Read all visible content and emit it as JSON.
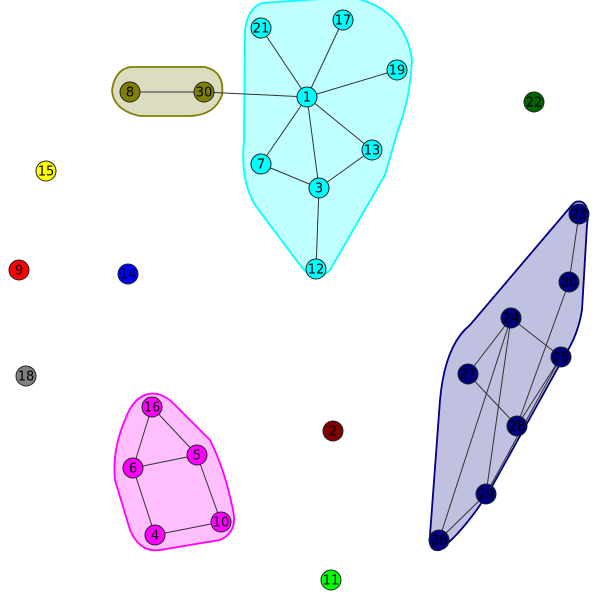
{
  "graph": {
    "groups": [
      {
        "id": "cyan",
        "fill": "#bfffff",
        "stroke": "#00ffff",
        "members": [
          "1",
          "3",
          "7",
          "12",
          "13",
          "17",
          "19",
          "21"
        ]
      },
      {
        "id": "olive",
        "fill": "#dcdcc0",
        "stroke": "#808000",
        "members": [
          "8",
          "30"
        ]
      },
      {
        "id": "navy",
        "fill": "#c0c0e0",
        "stroke": "#000080",
        "members": [
          "26",
          "29",
          "24",
          "27",
          "28",
          "25",
          "20",
          "23"
        ]
      },
      {
        "id": "magenta",
        "fill": "#ffbfff",
        "stroke": "#ff00ff",
        "members": [
          "16",
          "5",
          "6",
          "4",
          "10"
        ]
      }
    ],
    "nodes": [
      {
        "id": "1",
        "label": "1",
        "color": "#00ffff"
      },
      {
        "id": "3",
        "label": "3",
        "color": "#00ffff"
      },
      {
        "id": "7",
        "label": "7",
        "color": "#00ffff"
      },
      {
        "id": "12",
        "label": "12",
        "color": "#00ffff"
      },
      {
        "id": "13",
        "label": "13",
        "color": "#00ffff"
      },
      {
        "id": "17",
        "label": "17",
        "color": "#00ffff"
      },
      {
        "id": "19",
        "label": "19",
        "color": "#00ffff"
      },
      {
        "id": "21",
        "label": "21",
        "color": "#00ffff"
      },
      {
        "id": "8",
        "label": "8",
        "color": "#808000"
      },
      {
        "id": "30",
        "label": "30",
        "color": "#808000"
      },
      {
        "id": "22",
        "label": "22",
        "color": "#006400"
      },
      {
        "id": "15",
        "label": "15",
        "color": "#ffff00"
      },
      {
        "id": "9",
        "label": "9",
        "color": "#ff0000"
      },
      {
        "id": "14",
        "label": "14",
        "color": "#0000ff"
      },
      {
        "id": "18",
        "label": "18",
        "color": "#808080"
      },
      {
        "id": "16",
        "label": "16",
        "color": "#ff00ff"
      },
      {
        "id": "5",
        "label": "5",
        "color": "#ff00ff"
      },
      {
        "id": "6",
        "label": "6",
        "color": "#ff00ff"
      },
      {
        "id": "4",
        "label": "4",
        "color": "#ff00ff"
      },
      {
        "id": "10",
        "label": "10",
        "color": "#ff00ff"
      },
      {
        "id": "2",
        "label": "2",
        "color": "#800000"
      },
      {
        "id": "11",
        "label": "11",
        "color": "#00ff00"
      },
      {
        "id": "26",
        "label": "26",
        "color": "#000080"
      },
      {
        "id": "29",
        "label": "29",
        "color": "#000080"
      },
      {
        "id": "24",
        "label": "24",
        "color": "#000080"
      },
      {
        "id": "27",
        "label": "27",
        "color": "#000080"
      },
      {
        "id": "28",
        "label": "28",
        "color": "#000080"
      },
      {
        "id": "25",
        "label": "25",
        "color": "#000080"
      },
      {
        "id": "20",
        "label": "20",
        "color": "#000080"
      },
      {
        "id": "23",
        "label": "23",
        "color": "#000080"
      }
    ],
    "edges": [
      {
        "from": "1",
        "to": "21"
      },
      {
        "from": "1",
        "to": "17"
      },
      {
        "from": "1",
        "to": "19"
      },
      {
        "from": "1",
        "to": "7"
      },
      {
        "from": "1",
        "to": "3"
      },
      {
        "from": "1",
        "to": "13"
      },
      {
        "from": "1",
        "to": "30",
        "color": "#c8c8c8"
      },
      {
        "from": "7",
        "to": "3"
      },
      {
        "from": "13",
        "to": "3"
      },
      {
        "from": "3",
        "to": "12"
      },
      {
        "from": "8",
        "to": "30"
      },
      {
        "from": "16",
        "to": "5"
      },
      {
        "from": "16",
        "to": "6"
      },
      {
        "from": "6",
        "to": "5"
      },
      {
        "from": "6",
        "to": "4"
      },
      {
        "from": "5",
        "to": "10"
      },
      {
        "from": "4",
        "to": "10"
      },
      {
        "from": "26",
        "to": "29"
      },
      {
        "from": "26",
        "to": "24"
      },
      {
        "from": "29",
        "to": "24"
      },
      {
        "from": "29",
        "to": "25"
      },
      {
        "from": "24",
        "to": "25"
      },
      {
        "from": "24",
        "to": "27"
      },
      {
        "from": "27",
        "to": "28"
      },
      {
        "from": "25",
        "to": "28"
      },
      {
        "from": "28",
        "to": "20"
      },
      {
        "from": "20",
        "to": "23"
      }
    ]
  }
}
